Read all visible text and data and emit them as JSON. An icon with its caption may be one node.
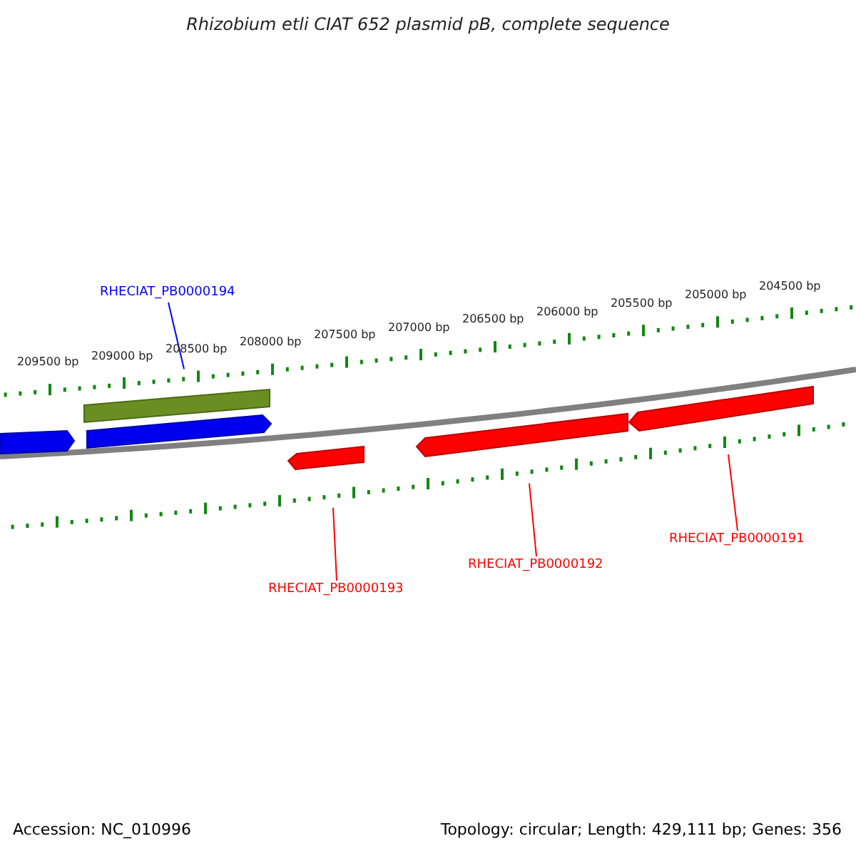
{
  "diagram": {
    "title": "Rhizobium etli CIAT 652 plasmid pB, complete sequence",
    "nodes": [
      {
        "text": [
          "RHECIAT_PB0000194"
        ]
      },
      {
        "text": [
          "RHECIAT_PB0000193"
        ]
      },
      {
        "text": [
          "RHECIAT_PB0000192"
        ]
      },
      {
        "text": [
          "RHECIAT_PB0000191"
        ]
      },
      {
        "text": [],
        "shape": "bar"
      },
      {
        "text": [],
        "shape": "pentagon"
      },
      {
        "text": [],
        "shape": "pentagon"
      },
      {
        "text": [],
        "shape": "pentagon"
      },
      {
        "text": [],
        "shape": "pentagon"
      },
      {
        "text": [],
        "shape": "pentagon"
      }
    ],
    "edges": [
      {
        "from": 0,
        "to": 4,
        "arrow": "none",
        "color": "#0000ff"
      },
      {
        "from": 1,
        "to": 7,
        "arrow": "none"
      },
      {
        "from": 2,
        "to": 8,
        "arrow": "none"
      },
      {
        "from": 3,
        "to": 9,
        "arrow": "none"
      }
    ],
    "labels": [
      "209500 bp",
      "209000 bp",
      "208500 bp",
      "208000 bp",
      "207500 bp",
      "207000 bp",
      "206500 bp",
      "206000 bp",
      "205500 bp",
      "205000 bp",
      "204500 bp",
      "Accession: NC_010996",
      "Topology: circular; Length: 429,111 bp; Genes: 356"
    ]
  }
}
